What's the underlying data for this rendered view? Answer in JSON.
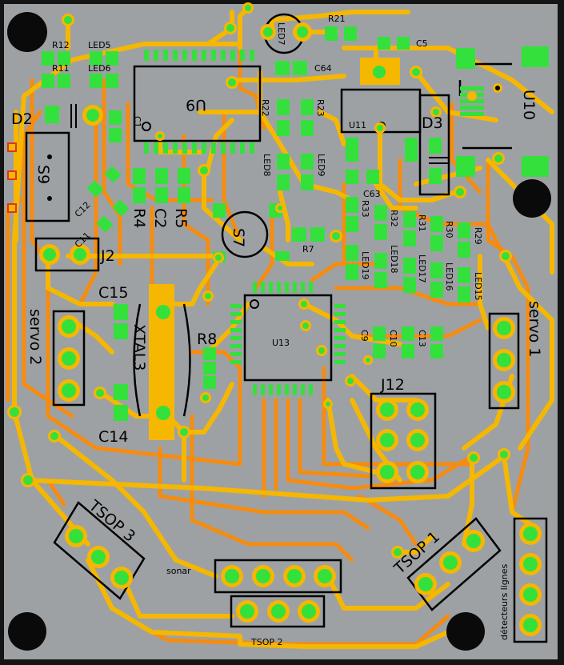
{
  "board": {
    "background": "#9ea1a4",
    "frame": "#141414",
    "trace_top": "#f5b700",
    "trace_bottom": "#f58c10",
    "pad_via": "#34e03c",
    "outline": "#000000"
  },
  "labels": {
    "r12": "R12",
    "led5": "LED5",
    "r11": "R11",
    "led6": "LED6",
    "u9": "U9",
    "led7": "LED7",
    "r21": "R21",
    "c5": "C5",
    "c64": "C64",
    "u10": "U10",
    "d2": "D2",
    "c1": "C1",
    "r22": "R22",
    "r23": "R23",
    "u11": "U11",
    "d3": "D3",
    "s9": "S9",
    "c12": "C12",
    "c11": "C11",
    "r4": "R4",
    "c2": "C2",
    "r5": "R5",
    "led8": "LED8",
    "led9": "LED9",
    "c63": "C63",
    "s7": "S7",
    "r7": "R7",
    "r33": "R33",
    "r32": "R32",
    "r31": "R31",
    "r30": "R30",
    "r29": "R29",
    "led19": "LED19",
    "led18": "LED18",
    "led17": "LED17",
    "led16": "LED16",
    "led15": "LED15",
    "j2": "J2",
    "c15": "C15",
    "servo2": "servo 2",
    "servo1": "servo 1",
    "xtal3": "XTAL3",
    "r8": "R8",
    "u13": "U13",
    "c9": "C9",
    "c10": "C10",
    "c13": "C13",
    "j12": "J12",
    "c14": "C14",
    "tsop3": "TSOP 3",
    "tsop1": "TSOP 1",
    "sonar": "sonar",
    "tsop2": "TSOP 2",
    "detecteurs": "détecteurs lignes"
  }
}
